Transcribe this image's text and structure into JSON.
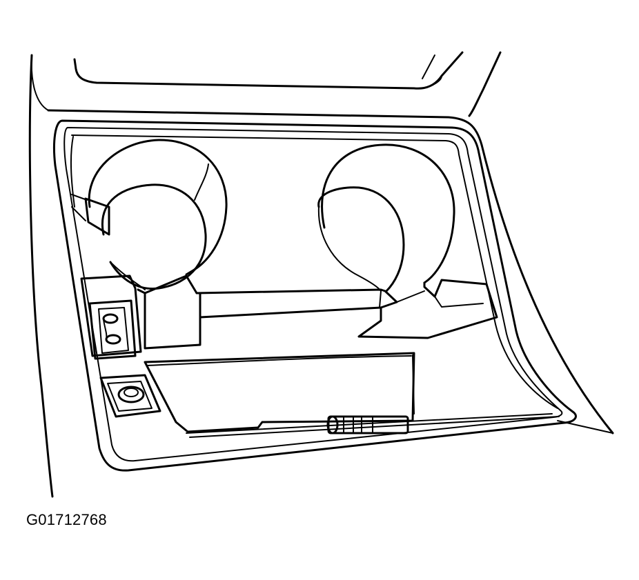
{
  "figure": {
    "id_label": "G01712768",
    "line_color": "#000000",
    "background_color": "#ffffff"
  },
  "parts": {
    "console": "console-outline",
    "bezel": "cupholder-bezel",
    "cup_left": "cup-holder-left",
    "cup_right": "cup-holder-right",
    "switch_upper": "switch-upper",
    "switch_lower": "switch-lower",
    "tray": "storage-tray"
  }
}
